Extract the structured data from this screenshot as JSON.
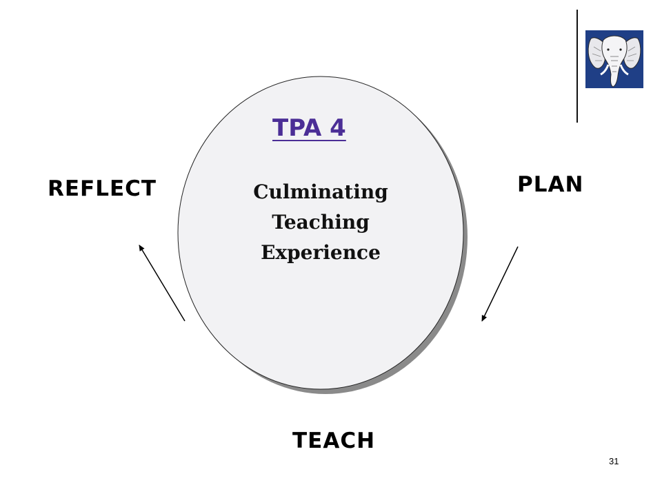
{
  "center": {
    "title": "TPA 4",
    "lines": [
      "Culminating",
      "Teaching",
      "Experience"
    ]
  },
  "stages": {
    "plan": "PLAN",
    "teach": "TEACH",
    "reflect": "REFLECT"
  },
  "slide_number": "31",
  "logo": {
    "icon": "elephant-icon",
    "background_color": "#1f3f86"
  },
  "colors": {
    "title": "#4b2e96",
    "circle_fill": "#f2f2f4",
    "circle_shadow": "#8a8a8a",
    "text": "#111111"
  }
}
